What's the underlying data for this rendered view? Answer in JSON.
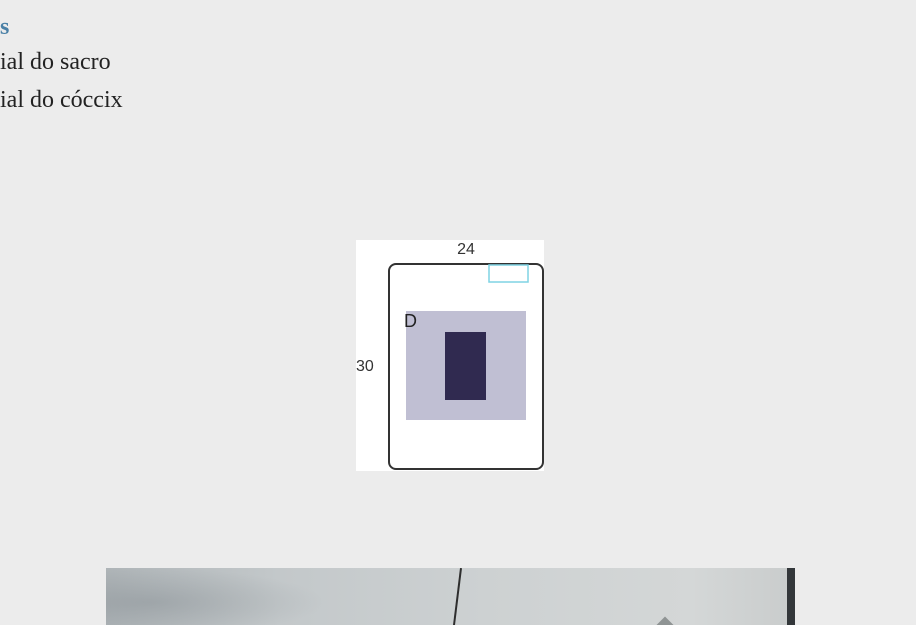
{
  "heading": {
    "text": "s"
  },
  "list": [
    {
      "text": "ial do sacro"
    },
    {
      "text": "ial do cóccix"
    }
  ],
  "diagram": {
    "top_dimension": "24",
    "side_dimension": "30",
    "region_letter": "D",
    "colors": {
      "outline": "#333333",
      "label_box": "#7fd3e4",
      "field": "#c0bfd3",
      "target": "#302a50"
    }
  },
  "photo": {
    "icon": "wall-photo"
  }
}
